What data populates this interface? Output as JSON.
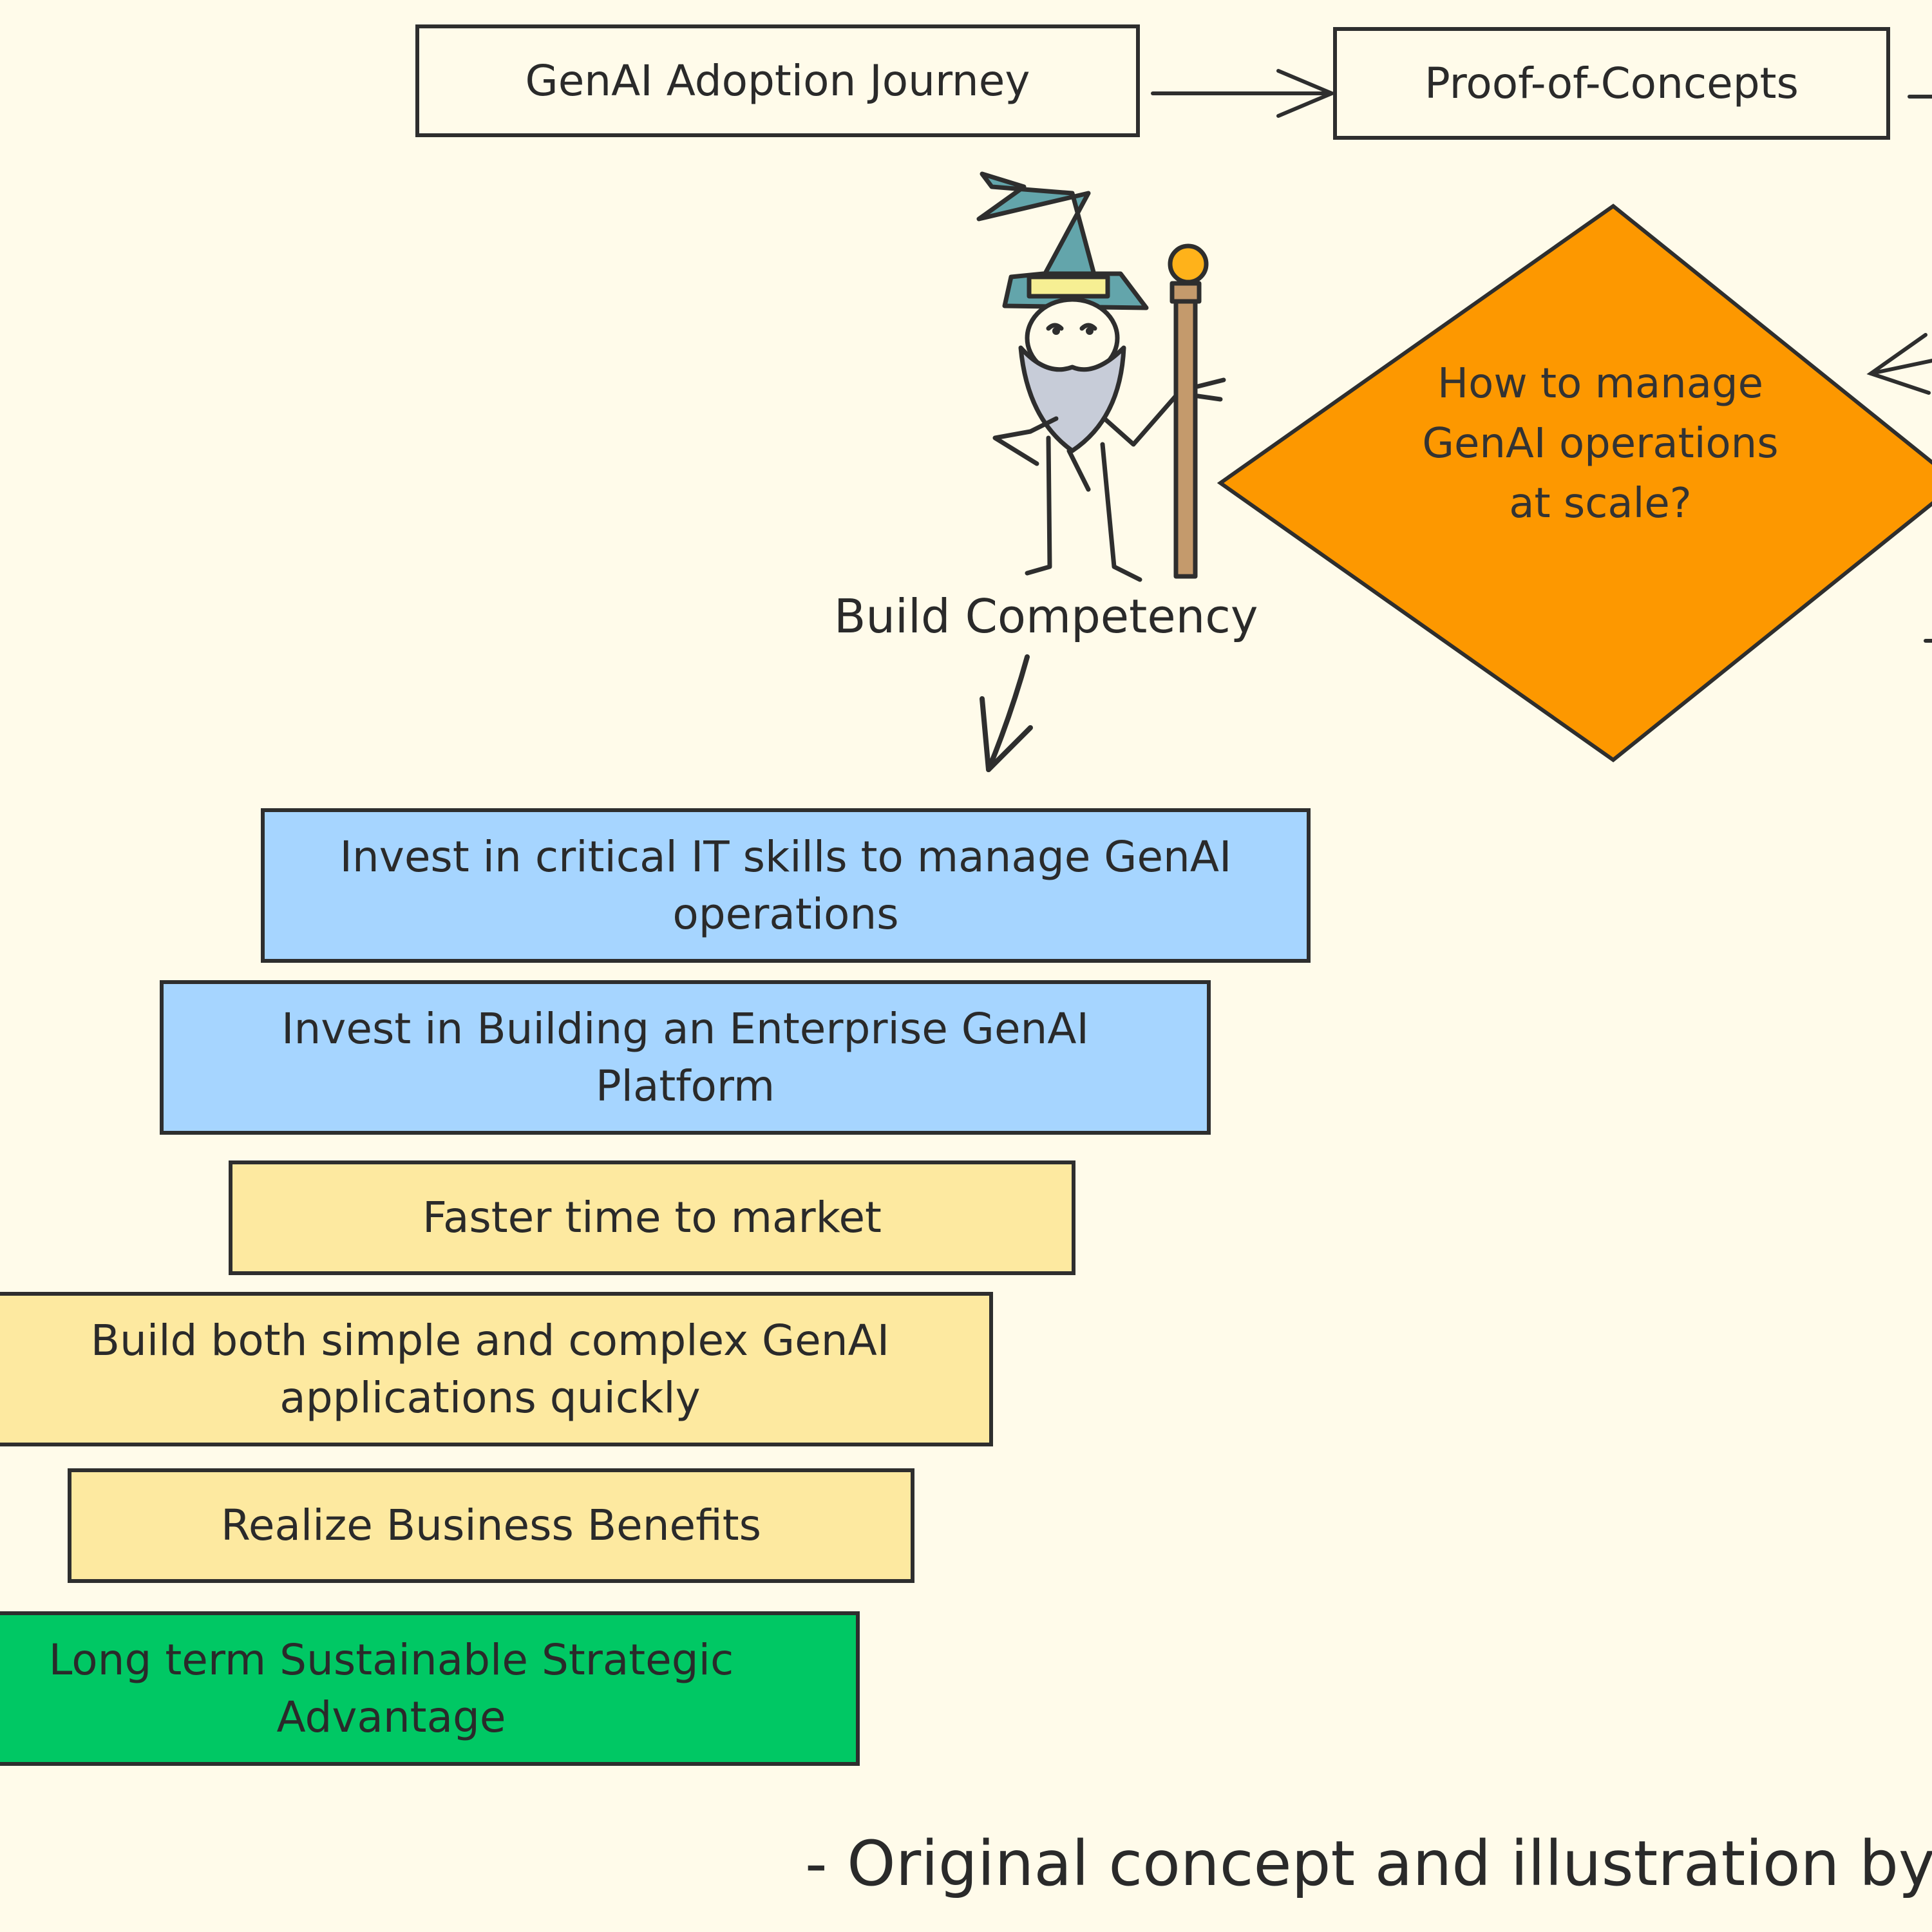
{
  "header": {
    "title": "GenAI Adoption Journey",
    "next_step": "Proof-of-Concepts"
  },
  "decision": {
    "question": "How to manage GenAI operations at scale?",
    "color": "#fd9800"
  },
  "character": {
    "icon": "wizard-icon",
    "caption": "Build Competency"
  },
  "steps": [
    {
      "text": "Invest in critical IT skills to manage GenAI operations",
      "color": "#a6d5ff"
    },
    {
      "text": "Invest in Building an Enterprise GenAI Platform",
      "color": "#a6d5ff"
    },
    {
      "text": "Faster time to market",
      "color": "#fde9a0"
    },
    {
      "text": "Build both simple and complex GenAI applications quickly",
      "color": "#fde9a0"
    },
    {
      "text": "Realize Business Benefits",
      "color": "#fde9a0"
    },
    {
      "text": "Long term Sustainable Strategic Advantage",
      "color": "#00c864"
    }
  ],
  "footer": {
    "credit": "- Original concept and illustration by"
  },
  "colors": {
    "background": "#fffbea",
    "stroke": "#2e2e2e"
  }
}
